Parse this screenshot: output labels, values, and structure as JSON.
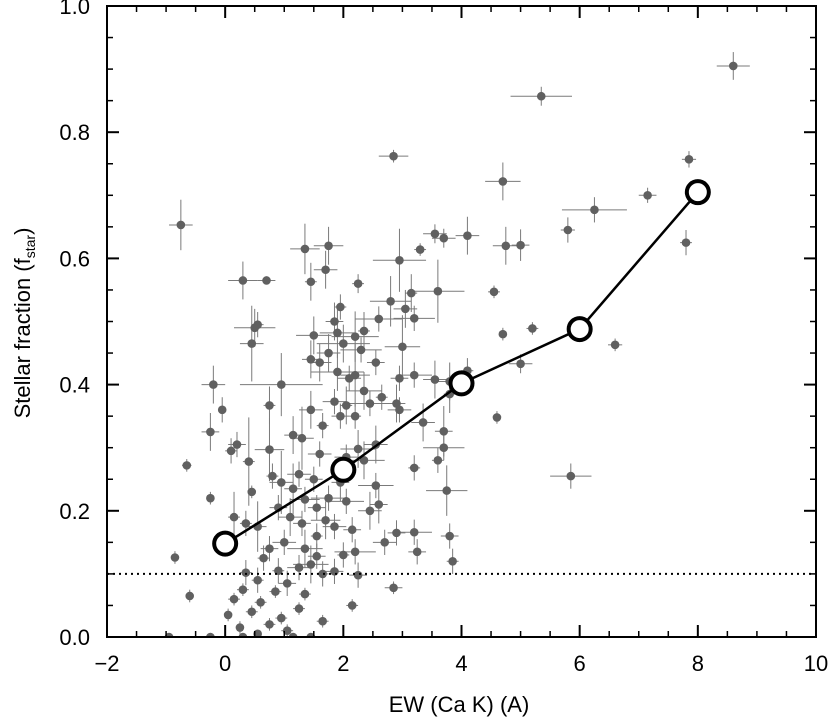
{
  "chart_data": {
    "type": "scatter",
    "xlabel": "EW (Ca K) (A)",
    "ylabel": {
      "main": "Stellar fraction (f",
      "sub": "star",
      "close": ")"
    },
    "xlim": [
      -2,
      10
    ],
    "ylim": [
      0,
      1.0
    ],
    "x_ticks": [
      -2,
      0,
      2,
      4,
      6,
      8,
      10
    ],
    "x_tick_labels": [
      "−2",
      "0",
      "2",
      "4",
      "6",
      "8",
      "10"
    ],
    "y_ticks": [
      0,
      0.2,
      0.4,
      0.6,
      0.8,
      1.0
    ],
    "y_tick_labels": [
      "0.0",
      "0.2",
      "0.4",
      "0.6",
      "0.8",
      "1.0"
    ],
    "grid": false,
    "colors": {
      "points": "#606060",
      "errorbars": "#7a7a7a",
      "binned": "#000000"
    },
    "reference_line": {
      "y": 0.1,
      "style": "dotted"
    },
    "series": [
      {
        "kind": "scatter_with_errors",
        "points": [
          [
            8.6,
            0.905,
            0.28,
            0.022
          ],
          [
            5.35,
            0.857,
            0.52,
            0.015
          ],
          [
            2.85,
            0.762,
            0.25,
            0.01
          ],
          [
            7.85,
            0.757,
            0.12,
            0.013
          ],
          [
            4.7,
            0.722,
            0.3,
            0.03
          ],
          [
            7.9,
            0.703,
            0.12,
            0.012
          ],
          [
            7.15,
            0.7,
            0.15,
            0.012
          ],
          [
            6.25,
            0.677,
            0.55,
            0.02
          ],
          [
            5.8,
            0.645,
            0.12,
            0.02
          ],
          [
            -0.75,
            0.653,
            0.2,
            0.04
          ],
          [
            4.1,
            0.636,
            0.2,
            0.03
          ],
          [
            4.75,
            0.62,
            0.22,
            0.03
          ],
          [
            5.0,
            0.621,
            0.15,
            0.025
          ],
          [
            3.55,
            0.639,
            0.2,
            0.015
          ],
          [
            3.7,
            0.632,
            0.2,
            0.015
          ],
          [
            3.3,
            0.614,
            0.1,
            0.01
          ],
          [
            7.8,
            0.625,
            0.1,
            0.02
          ],
          [
            2.95,
            0.597,
            0.45,
            0.05
          ],
          [
            1.35,
            0.615,
            0.25,
            0.04
          ],
          [
            1.75,
            0.62,
            0.25,
            0.03
          ],
          [
            1.7,
            0.582,
            0.2,
            0.03
          ],
          [
            0.7,
            0.565,
            0.15,
            0.005
          ],
          [
            0.3,
            0.565,
            0.25,
            0.03
          ],
          [
            1.45,
            0.563,
            0.1,
            0.03
          ],
          [
            2.25,
            0.56,
            0.1,
            0.015
          ],
          [
            3.6,
            0.548,
            0.45,
            0.05
          ],
          [
            2.8,
            0.532,
            0.35,
            0.04
          ],
          [
            3.05,
            0.52,
            0.2,
            0.03
          ],
          [
            3.15,
            0.545,
            0.1,
            0.03
          ],
          [
            4.55,
            0.547,
            0.1,
            0.01
          ],
          [
            1.95,
            0.523,
            0.1,
            0.02
          ],
          [
            1.85,
            0.5,
            0.15,
            0.03
          ],
          [
            2.6,
            0.504,
            0.4,
            0.02
          ],
          [
            3.2,
            0.505,
            0.35,
            0.02
          ],
          [
            0.5,
            0.49,
            0.35,
            0.03
          ],
          [
            0.55,
            0.495,
            0.1,
            0.02
          ],
          [
            1.5,
            0.478,
            0.3,
            0.03
          ],
          [
            1.9,
            0.482,
            0.3,
            0.04
          ],
          [
            2.2,
            0.476,
            0.4,
            0.04
          ],
          [
            2.35,
            0.485,
            0.1,
            0.03
          ],
          [
            2.0,
            0.465,
            0.45,
            0.03
          ],
          [
            4.7,
            0.48,
            0.02,
            0.01
          ],
          [
            5.2,
            0.489,
            0.1,
            0.01
          ],
          [
            0.45,
            0.465,
            0.2,
            0.06
          ],
          [
            3.0,
            0.46,
            0.3,
            0.05
          ],
          [
            6.6,
            0.463,
            0.12,
            0.01
          ],
          [
            2.3,
            0.455,
            0.35,
            0.02
          ],
          [
            1.75,
            0.45,
            0.2,
            0.03
          ],
          [
            1.45,
            0.44,
            0.15,
            0.03
          ],
          [
            2.55,
            0.435,
            0.15,
            0.02
          ],
          [
            1.6,
            0.435,
            0.2,
            0.03
          ],
          [
            5.0,
            0.433,
            0.2,
            0.015
          ],
          [
            1.9,
            0.42,
            0.45,
            0.03
          ],
          [
            2.1,
            0.41,
            0.2,
            0.02
          ],
          [
            2.2,
            0.415,
            0.25,
            0.05
          ],
          [
            3.2,
            0.415,
            0.3,
            0.02
          ],
          [
            4.1,
            0.422,
            0.1,
            0.02
          ],
          [
            3.55,
            0.408,
            0.2,
            0.03
          ],
          [
            2.95,
            0.41,
            0.15,
            0.02
          ],
          [
            -0.2,
            0.4,
            0.2,
            0.03
          ],
          [
            0.95,
            0.4,
            0.7,
            0.05
          ],
          [
            3.8,
            0.405,
            0.25,
            0.03
          ],
          [
            2.35,
            0.39,
            0.3,
            0.03
          ],
          [
            2.65,
            0.38,
            0.1,
            0.02
          ],
          [
            3.8,
            0.385,
            0.1,
            0.03
          ],
          [
            1.85,
            0.373,
            0.2,
            0.02
          ],
          [
            2.05,
            0.367,
            0.1,
            0.03
          ],
          [
            2.45,
            0.37,
            0.35,
            0.02
          ],
          [
            2.9,
            0.37,
            0.15,
            0.03
          ],
          [
            0.75,
            0.367,
            0.1,
            0.03
          ],
          [
            -0.05,
            0.36,
            0.05,
            0.02
          ],
          [
            2.95,
            0.36,
            0.2,
            0.02
          ],
          [
            1.45,
            0.36,
            0.2,
            0.03
          ],
          [
            3.35,
            0.34,
            0.2,
            0.03
          ],
          [
            1.65,
            0.335,
            0.1,
            0.02
          ],
          [
            1.95,
            0.35,
            0.15,
            0.02
          ],
          [
            2.2,
            0.35,
            0.1,
            0.02
          ],
          [
            4.6,
            0.348,
            0.05,
            0.01
          ],
          [
            -0.25,
            0.325,
            0.15,
            0.03
          ],
          [
            1.15,
            0.32,
            0.15,
            0.03
          ],
          [
            3.7,
            0.326,
            0.15,
            0.04
          ],
          [
            1.3,
            0.315,
            0.2,
            0.05
          ],
          [
            2.55,
            0.305,
            0.2,
            0.03
          ],
          [
            0.2,
            0.305,
            0.15,
            0.02
          ],
          [
            3.7,
            0.3,
            0.35,
            0.02
          ],
          [
            2.25,
            0.298,
            0.3,
            0.03
          ],
          [
            0.75,
            0.297,
            0.25,
            0.05
          ],
          [
            0.1,
            0.295,
            0.1,
            0.02
          ],
          [
            1.6,
            0.29,
            0.2,
            0.02
          ],
          [
            2.35,
            0.28,
            0.35,
            0.03
          ],
          [
            2.05,
            0.285,
            0.2,
            0.02
          ],
          [
            0.4,
            0.278,
            0.1,
            0.07
          ],
          [
            -0.65,
            0.272,
            0.08,
            0.01
          ],
          [
            3.6,
            0.28,
            0.1,
            0.02
          ],
          [
            3.2,
            0.268,
            0.1,
            0.02
          ],
          [
            5.85,
            0.255,
            0.35,
            0.02
          ],
          [
            1.25,
            0.258,
            0.2,
            0.02
          ],
          [
            0.8,
            0.255,
            0.1,
            0.02
          ],
          [
            1.5,
            0.25,
            0.15,
            0.02
          ],
          [
            0.95,
            0.245,
            0.2,
            0.05
          ],
          [
            1.95,
            0.245,
            0.15,
            0.03
          ],
          [
            2.55,
            0.24,
            0.3,
            0.02
          ],
          [
            1.15,
            0.235,
            0.15,
            0.04
          ],
          [
            0.45,
            0.23,
            0.05,
            0.01
          ],
          [
            3.75,
            0.232,
            0.35,
            0.04
          ],
          [
            1.75,
            0.22,
            0.3,
            0.02
          ],
          [
            1.35,
            0.218,
            0.25,
            0.02
          ],
          [
            2.05,
            0.215,
            0.3,
            0.02
          ],
          [
            -0.25,
            0.22,
            0.05,
            0.01
          ],
          [
            2.6,
            0.21,
            0.15,
            0.03
          ],
          [
            1.55,
            0.205,
            0.15,
            0.02
          ],
          [
            0.9,
            0.205,
            0.15,
            0.02
          ],
          [
            2.45,
            0.2,
            0.2,
            0.03
          ],
          [
            1.1,
            0.19,
            0.2,
            0.03
          ],
          [
            0.15,
            0.19,
            0.1,
            0.04
          ],
          [
            1.7,
            0.185,
            0.25,
            0.03
          ],
          [
            0.35,
            0.18,
            0.1,
            0.02
          ],
          [
            1.3,
            0.18,
            0.15,
            0.02
          ],
          [
            0.55,
            0.175,
            0.15,
            0.04
          ],
          [
            1.85,
            0.175,
            0.2,
            0.02
          ],
          [
            2.15,
            0.17,
            0.15,
            0.02
          ],
          [
            3.2,
            0.166,
            0.3,
            0.02
          ],
          [
            2.9,
            0.165,
            0.15,
            0.02
          ],
          [
            1.55,
            0.16,
            0.1,
            0.02
          ],
          [
            3.8,
            0.16,
            0.15,
            0.02
          ],
          [
            1.0,
            0.15,
            0.2,
            0.02
          ],
          [
            2.7,
            0.15,
            0.2,
            0.02
          ],
          [
            1.35,
            0.14,
            0.3,
            0.03
          ],
          [
            0.75,
            0.14,
            0.15,
            0.02
          ],
          [
            2.2,
            0.135,
            0.35,
            0.02
          ],
          [
            3.25,
            0.135,
            0.15,
            0.02
          ],
          [
            2.0,
            0.13,
            0.1,
            0.02
          ],
          [
            -0.85,
            0.126,
            0.05,
            0.01
          ],
          [
            1.55,
            0.128,
            0.15,
            0.02
          ],
          [
            0.65,
            0.125,
            0.1,
            0.02
          ],
          [
            3.85,
            0.12,
            0.1,
            0.02
          ],
          [
            1.45,
            0.115,
            0.3,
            0.03
          ],
          [
            1.25,
            0.11,
            0.2,
            0.02
          ],
          [
            0.9,
            0.105,
            0.1,
            0.02
          ],
          [
            1.85,
            0.104,
            0.15,
            0.02
          ],
          [
            0.35,
            0.102,
            0.1,
            0.02
          ],
          [
            1.65,
            0.1,
            0.1,
            0.02
          ],
          [
            2.25,
            0.098,
            0.15,
            0.02
          ],
          [
            0.55,
            0.09,
            0.1,
            0.02
          ],
          [
            1.05,
            0.085,
            0.15,
            0.02
          ],
          [
            2.85,
            0.078,
            0.15,
            0.01
          ],
          [
            0.3,
            0.075,
            0.1,
            0.01
          ],
          [
            0.85,
            0.072,
            0.1,
            0.01
          ],
          [
            1.35,
            0.068,
            0.1,
            0.01
          ],
          [
            -0.6,
            0.065,
            0.05,
            0.01
          ],
          [
            0.15,
            0.06,
            0.1,
            0.01
          ],
          [
            0.6,
            0.055,
            0.1,
            0.01
          ],
          [
            2.15,
            0.05,
            0.1,
            0.01
          ],
          [
            1.25,
            0.045,
            0.1,
            0.01
          ],
          [
            0.45,
            0.04,
            0.1,
            0.01
          ],
          [
            0.05,
            0.035,
            0.05,
            0.01
          ],
          [
            0.95,
            0.03,
            0.1,
            0.01
          ],
          [
            1.65,
            0.025,
            0.1,
            0.01
          ],
          [
            0.75,
            0.02,
            0.1,
            0.01
          ],
          [
            0.25,
            0.015,
            0.05,
            0.01
          ],
          [
            1.05,
            0.01,
            0.1,
            0.01
          ],
          [
            0.55,
            0.005,
            0.05,
            0.005
          ],
          [
            -0.95,
            0.0,
            0.05,
            0.005
          ],
          [
            -0.25,
            0.0,
            0.05,
            0.005
          ],
          [
            0.3,
            0.0,
            0.05,
            0.005
          ],
          [
            1.15,
            0.0,
            0.05,
            0.005
          ],
          [
            1.45,
            0.0,
            0.05,
            0.005
          ]
        ]
      },
      {
        "kind": "binned_line",
        "x": [
          0,
          2,
          4,
          6,
          8
        ],
        "y": [
          0.148,
          0.265,
          0.402,
          0.488,
          0.705
        ]
      }
    ]
  }
}
